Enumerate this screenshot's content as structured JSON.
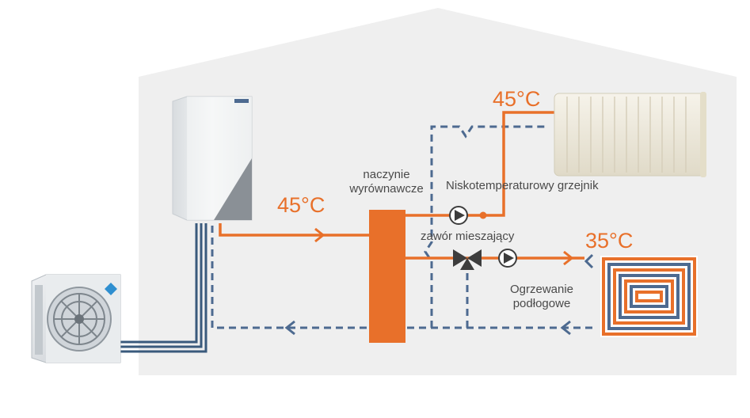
{
  "labels": {
    "expansion_tank": [
      "naczynie",
      "wyrównawcze"
    ],
    "radiator": "Niskotemperaturowy grzejnik",
    "mixing_valve": "zawór mieszający",
    "floor_heating": [
      "Ogrzewanie",
      "podłogowe"
    ]
  },
  "temperatures": {
    "supply_main": "45°C",
    "radiator": "45°C",
    "floor": "35°C"
  },
  "colors": {
    "house_background": "#efefef",
    "hot_pipe": "#e8702a",
    "return_pipe": "#4d6a90",
    "refrigerant_line": "#3a5a7c",
    "tank": "#e8702a",
    "radiator": "#ece7d8"
  },
  "icons": {
    "outdoor_unit": "heat-pump-outdoor-unit",
    "indoor_unit": "heat-pump-indoor-unit",
    "pumps": "circulation-pump-icon",
    "valve": "three-way-mixing-valve-icon"
  }
}
